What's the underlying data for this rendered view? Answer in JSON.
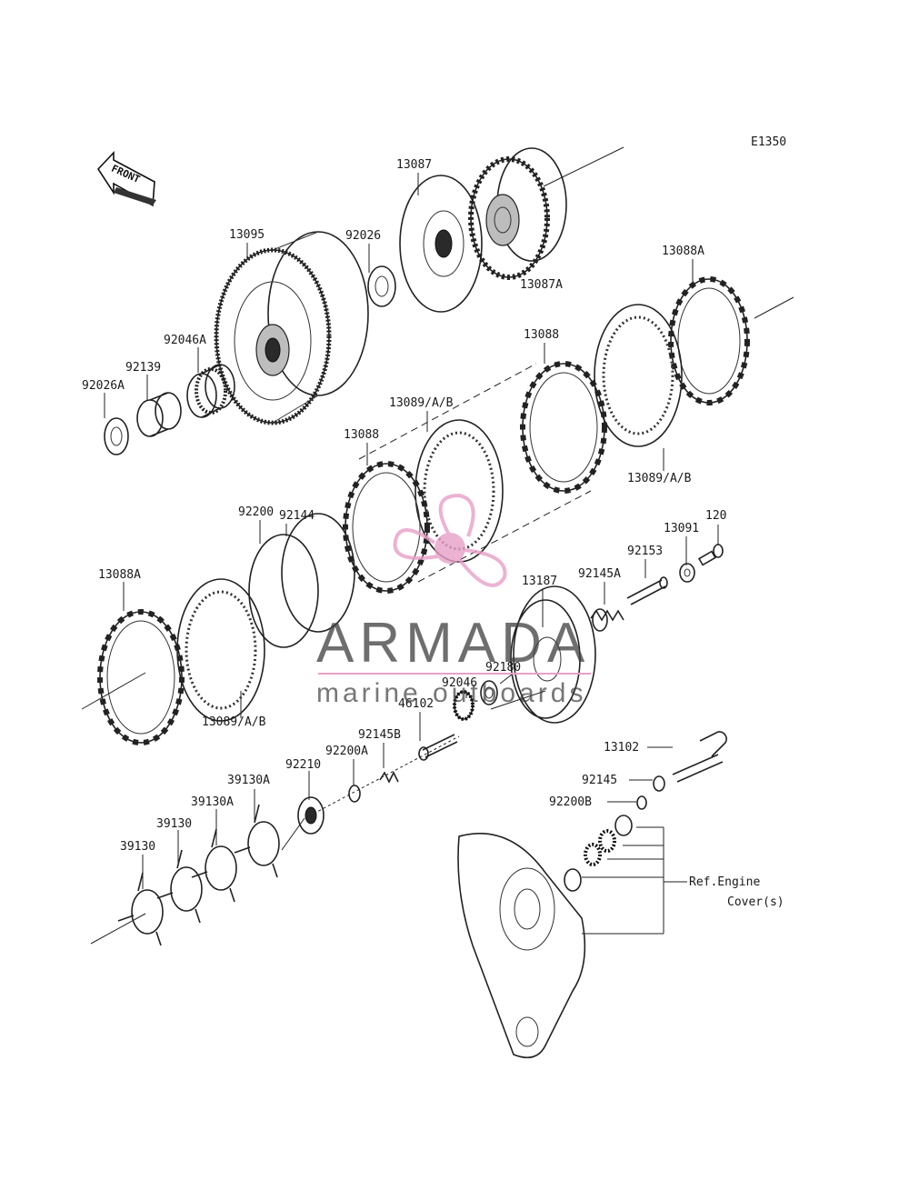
{
  "diagram": {
    "code": "E1350",
    "front_label": "FRONT",
    "ref_note_line1": "Ref.Engine",
    "ref_note_line2": "Cover(s)",
    "labels": [
      "13087",
      "13087A",
      "13095",
      "92026",
      "13088A",
      "92046A",
      "92139",
      "92026A",
      "13088",
      "13089/A/B",
      "13088",
      "13089/A/B",
      "92144",
      "92200",
      "13091",
      "120",
      "92153",
      "13088A",
      "13187",
      "92145A",
      "92180",
      "92046",
      "46102",
      "92145B",
      "92200A",
      "92210",
      "13089/A/B",
      "39130A",
      "39130A",
      "39130",
      "39130",
      "13102",
      "92145",
      "92200B"
    ]
  },
  "watermark": {
    "brand": "ARMADA",
    "tagline": "marine outboards",
    "accent_color": "#e8a0c8"
  },
  "colors": {
    "line": "#222222",
    "background": "#ffffff"
  }
}
